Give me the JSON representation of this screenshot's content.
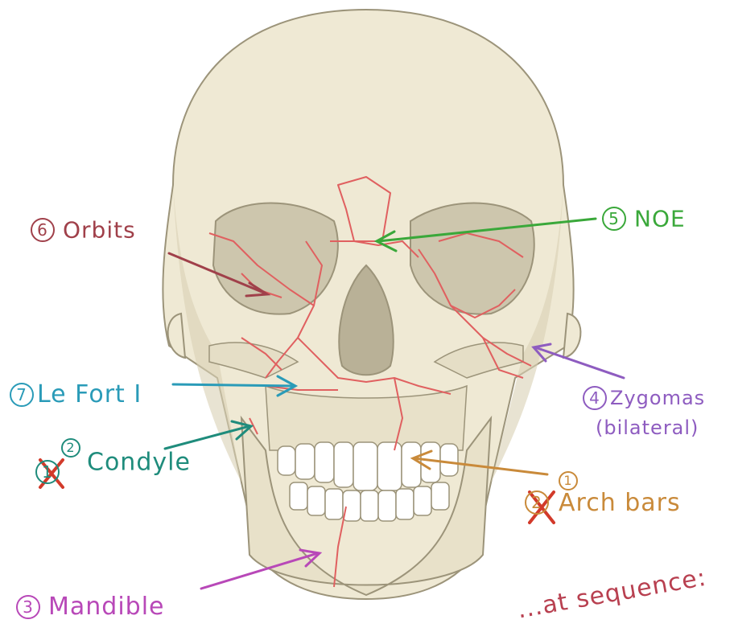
{
  "colors": {
    "bone": "#efe9d4",
    "bone_shadow": "#d8d0b4",
    "outline": "#9c947a",
    "orbit_shade": "#cdc6ad",
    "fracture": "#e06060",
    "orbits": "#a0404a",
    "noe": "#3aa83a",
    "lefort": "#2a9bb8",
    "condyle": "#1f8c7c",
    "zygomas": "#8e5cc0",
    "archbars": "#c98a3a",
    "mandible": "#b848b8",
    "cross": "#d23a2a"
  },
  "labels": {
    "orbits": {
      "num": "6",
      "text": "Orbits"
    },
    "noe": {
      "num": "5",
      "text": "NOE"
    },
    "lefort": {
      "num": "7",
      "text": "Le Fort I"
    },
    "zygomas": {
      "num": "4",
      "text": "Zygomas",
      "sub": "(bilateral)"
    },
    "condyle": {
      "num_old": "1",
      "num": "2",
      "text": "Condyle"
    },
    "archbars": {
      "num_old": "2",
      "num": "1",
      "text": "Arch bars"
    },
    "mandible": {
      "num": "3",
      "text": "Mandible"
    },
    "footer": "...at sequence:"
  }
}
